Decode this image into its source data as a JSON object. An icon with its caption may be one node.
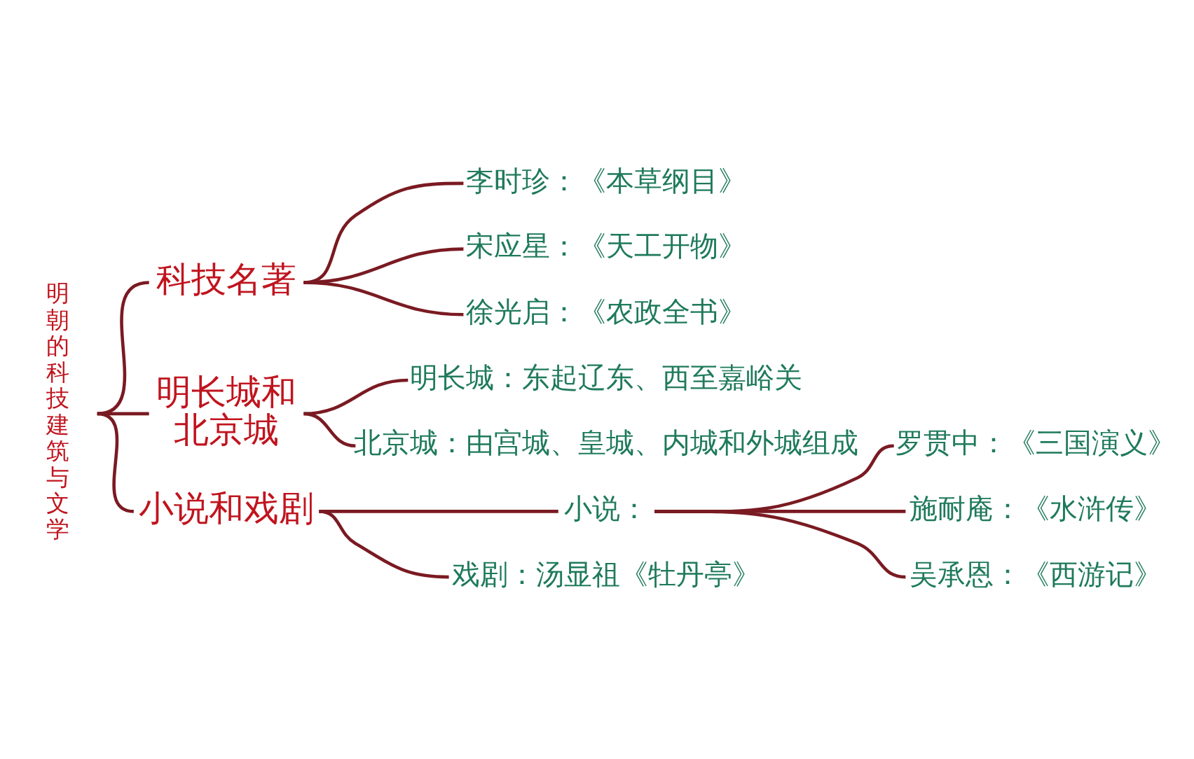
{
  "diagram": {
    "nodes": [
      {
        "text": [
          "明朝的科技建筑与文学"
        ]
      },
      {
        "text": [
          "科技名著"
        ]
      },
      {
        "text": [
          "李时珍：《本草纲目》"
        ]
      },
      {
        "text": [
          "宋应星：《天工开物》"
        ]
      },
      {
        "text": [
          "徐光启：《农政全书》"
        ]
      },
      {
        "text": [
          "明长城和北京城"
        ]
      },
      {
        "text": [
          "明长城：东起辽东、西至嘉峪关"
        ]
      },
      {
        "text": [
          "北京城：由宫城、皇城、内城和外城组成"
        ]
      },
      {
        "text": [
          "小说和戏剧"
        ]
      },
      {
        "text": [
          "小说："
        ]
      },
      {
        "text": [
          "罗贯中：《三国演义》"
        ]
      },
      {
        "text": [
          "施耐庵：《水浒传》"
        ]
      },
      {
        "text": [
          "吴承恩：《西游记》"
        ]
      },
      {
        "text": [
          "戏剧：汤显祖《牡丹亭》"
        ]
      }
    ],
    "edges": [
      {
        "from": 0,
        "to": 1,
        "arrow": "none"
      },
      {
        "from": 0,
        "to": 5,
        "arrow": "none"
      },
      {
        "from": 0,
        "to": 8,
        "arrow": "none"
      },
      {
        "from": 1,
        "to": 2,
        "arrow": "none"
      },
      {
        "from": 1,
        "to": 3,
        "arrow": "none"
      },
      {
        "from": 1,
        "to": 4,
        "arrow": "none"
      },
      {
        "from": 5,
        "to": 6,
        "arrow": "none"
      },
      {
        "from": 5,
        "to": 7,
        "arrow": "none"
      },
      {
        "from": 8,
        "to": 9,
        "arrow": "none"
      },
      {
        "from": 8,
        "to": 13,
        "arrow": "none"
      },
      {
        "from": 9,
        "to": 10,
        "arrow": "none"
      },
      {
        "from": 9,
        "to": 11,
        "arrow": "none"
      },
      {
        "from": 9,
        "to": 12,
        "arrow": "none"
      }
    ]
  }
}
